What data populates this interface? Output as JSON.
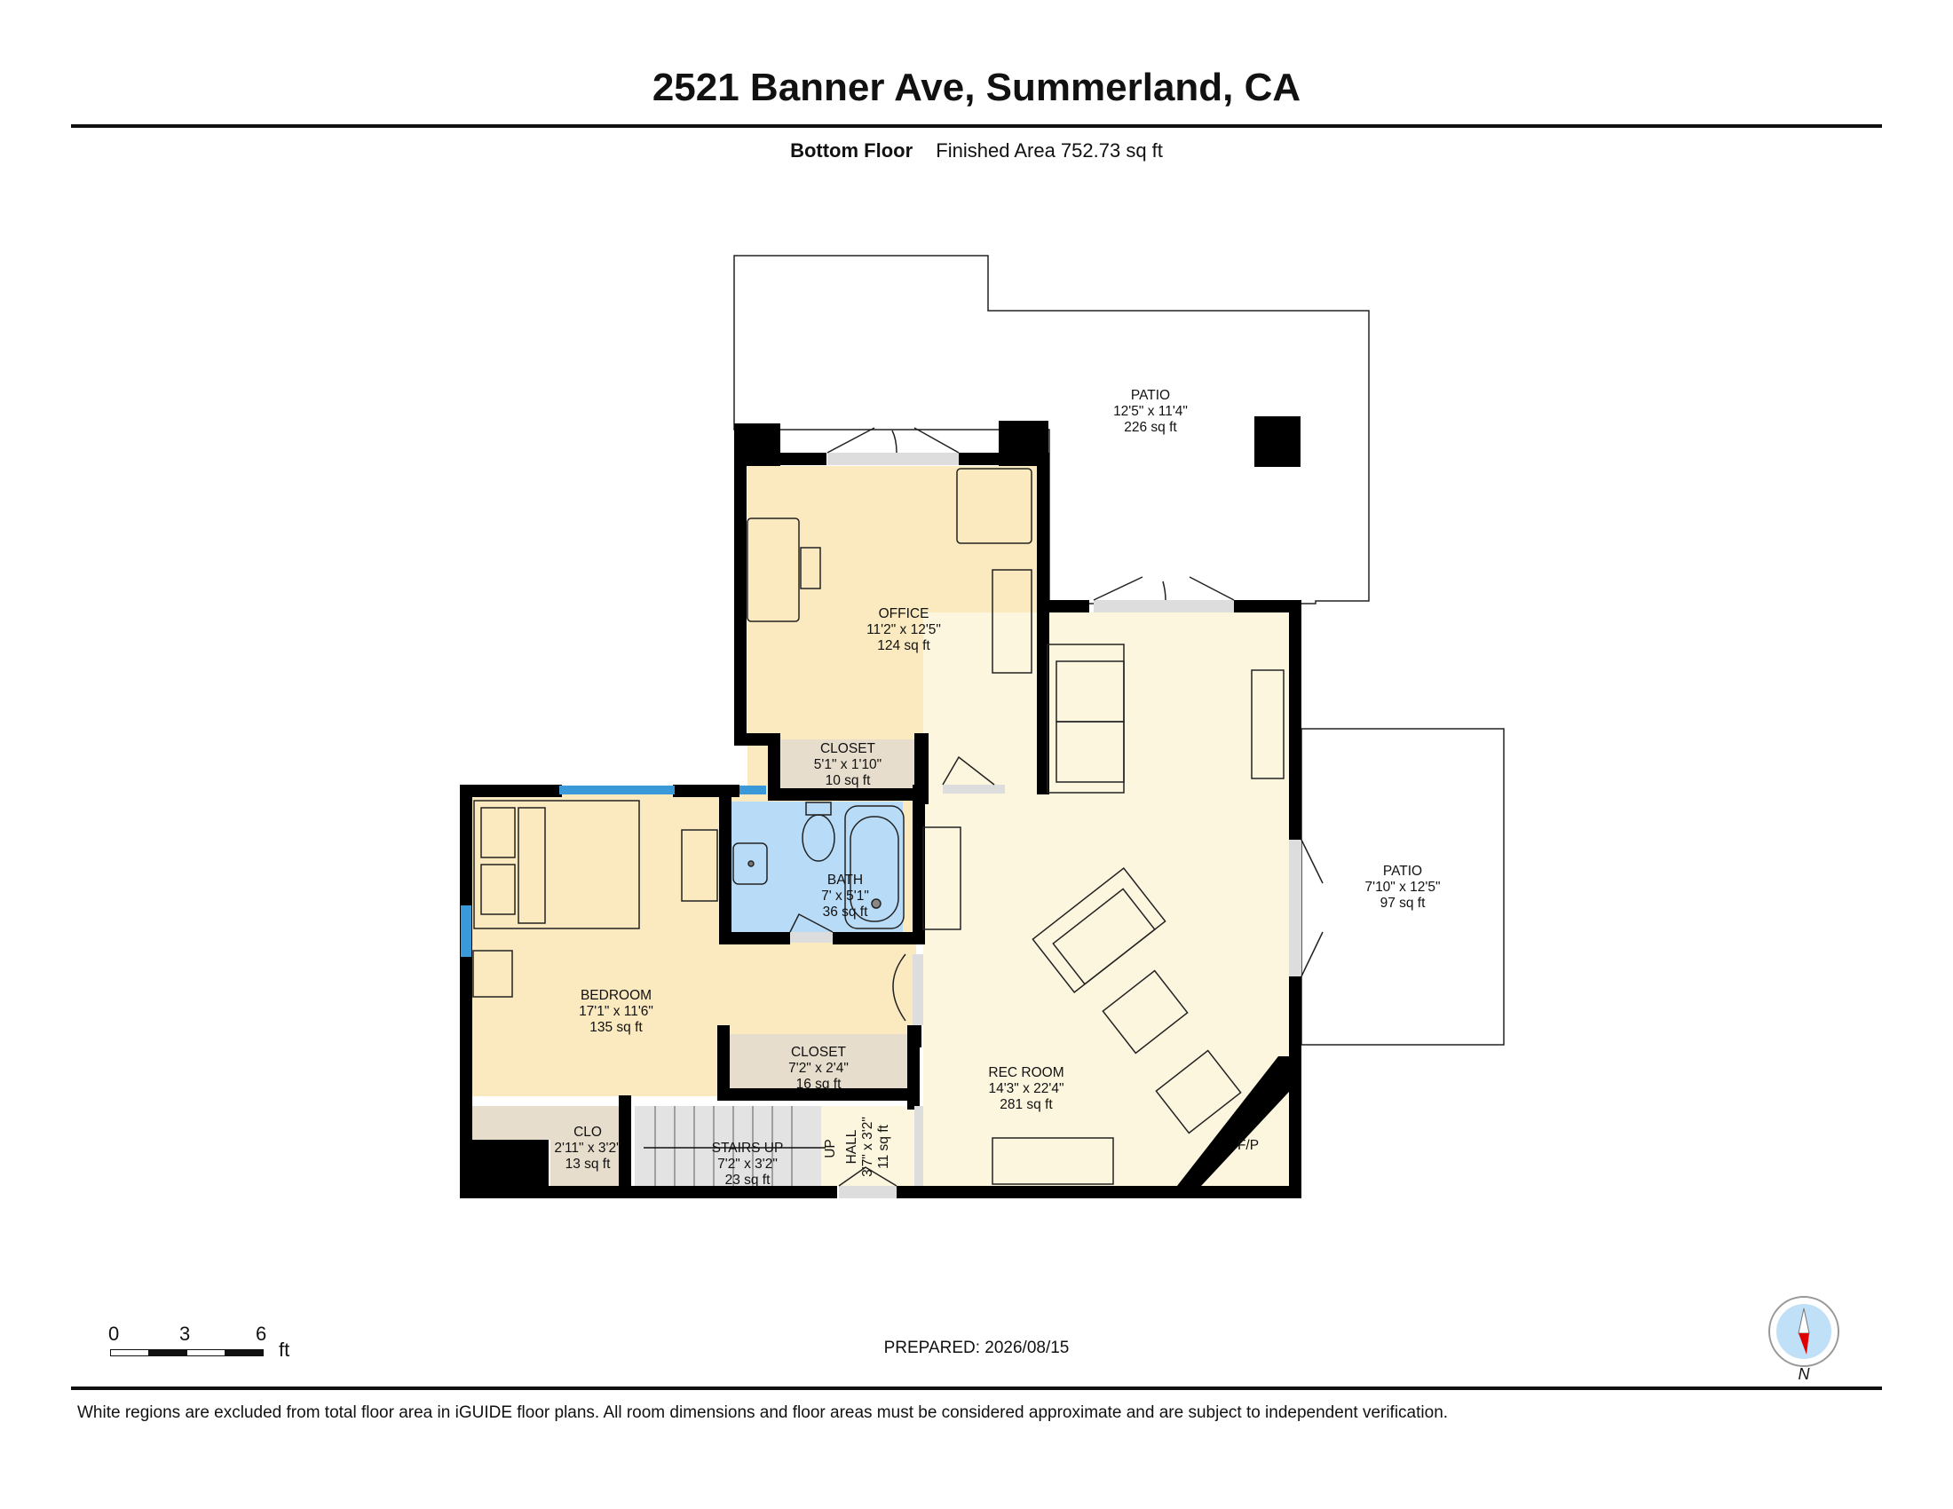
{
  "header": {
    "title": "2521 Banner Ave, Summerland, CA",
    "floor_name": "Bottom Floor",
    "finished_area": "Finished Area 752.73 sq ft"
  },
  "rooms": [
    {
      "name": "PATIO",
      "dims": "12'5\" x 11'4\"",
      "area": "226 sq ft"
    },
    {
      "name": "OFFICE",
      "dims": "11'2\" x 12'5\"",
      "area": "124 sq ft"
    },
    {
      "name": "CLOSET",
      "dims": "5'1\" x 1'10\"",
      "area": "10 sq ft"
    },
    {
      "name": "PATIO",
      "dims": "7'10\" x 12'5\"",
      "area": "97 sq ft"
    },
    {
      "name": "BATH",
      "dims": "7' x 5'1\"",
      "area": "36 sq ft"
    },
    {
      "name": "BEDROOM",
      "dims": "17'1\" x 11'6\"",
      "area": "135 sq ft"
    },
    {
      "name": "CLOSET",
      "dims": "7'2\" x 2'4\"",
      "area": "16 sq ft"
    },
    {
      "name": "REC ROOM",
      "dims": "14'3\" x 22'4\"",
      "area": "281 sq ft"
    },
    {
      "name": "CLO",
      "dims": "2'11\" x 3'2\"",
      "area": "13 sq ft"
    },
    {
      "name": "STAIRS UP",
      "dims": "7'2\" x 3'2\"",
      "area": "23 sq ft"
    },
    {
      "name": "HALL",
      "dims": "3'7\" x 3'2\"",
      "area": "11 sq ft"
    }
  ],
  "fixtures": {
    "fireplace": "F/P",
    "stairs_direction": "UP"
  },
  "scale": {
    "ticks": [
      "0",
      "3",
      "6"
    ],
    "unit": "ft"
  },
  "compass": {
    "label": "N",
    "needle_color": "#e00000",
    "dial_color": "#bfe0f7"
  },
  "footer": {
    "prepared": "PREPARED: 2026/08/15",
    "disclaimer": "White regions are excluded from total floor area in iGUIDE floor plans. All room dimensions and floor areas must be considered approximate and are subject to independent verification."
  },
  "colors": {
    "office": "#fbeac0",
    "bedroom": "#fbeac0",
    "rec_room": "#fdf6df",
    "bath": "#b8dcf8",
    "closet": "#e7ddcc",
    "stairs": "#e3e3e3",
    "wall": "#000000",
    "window": "#3a9ad9"
  }
}
